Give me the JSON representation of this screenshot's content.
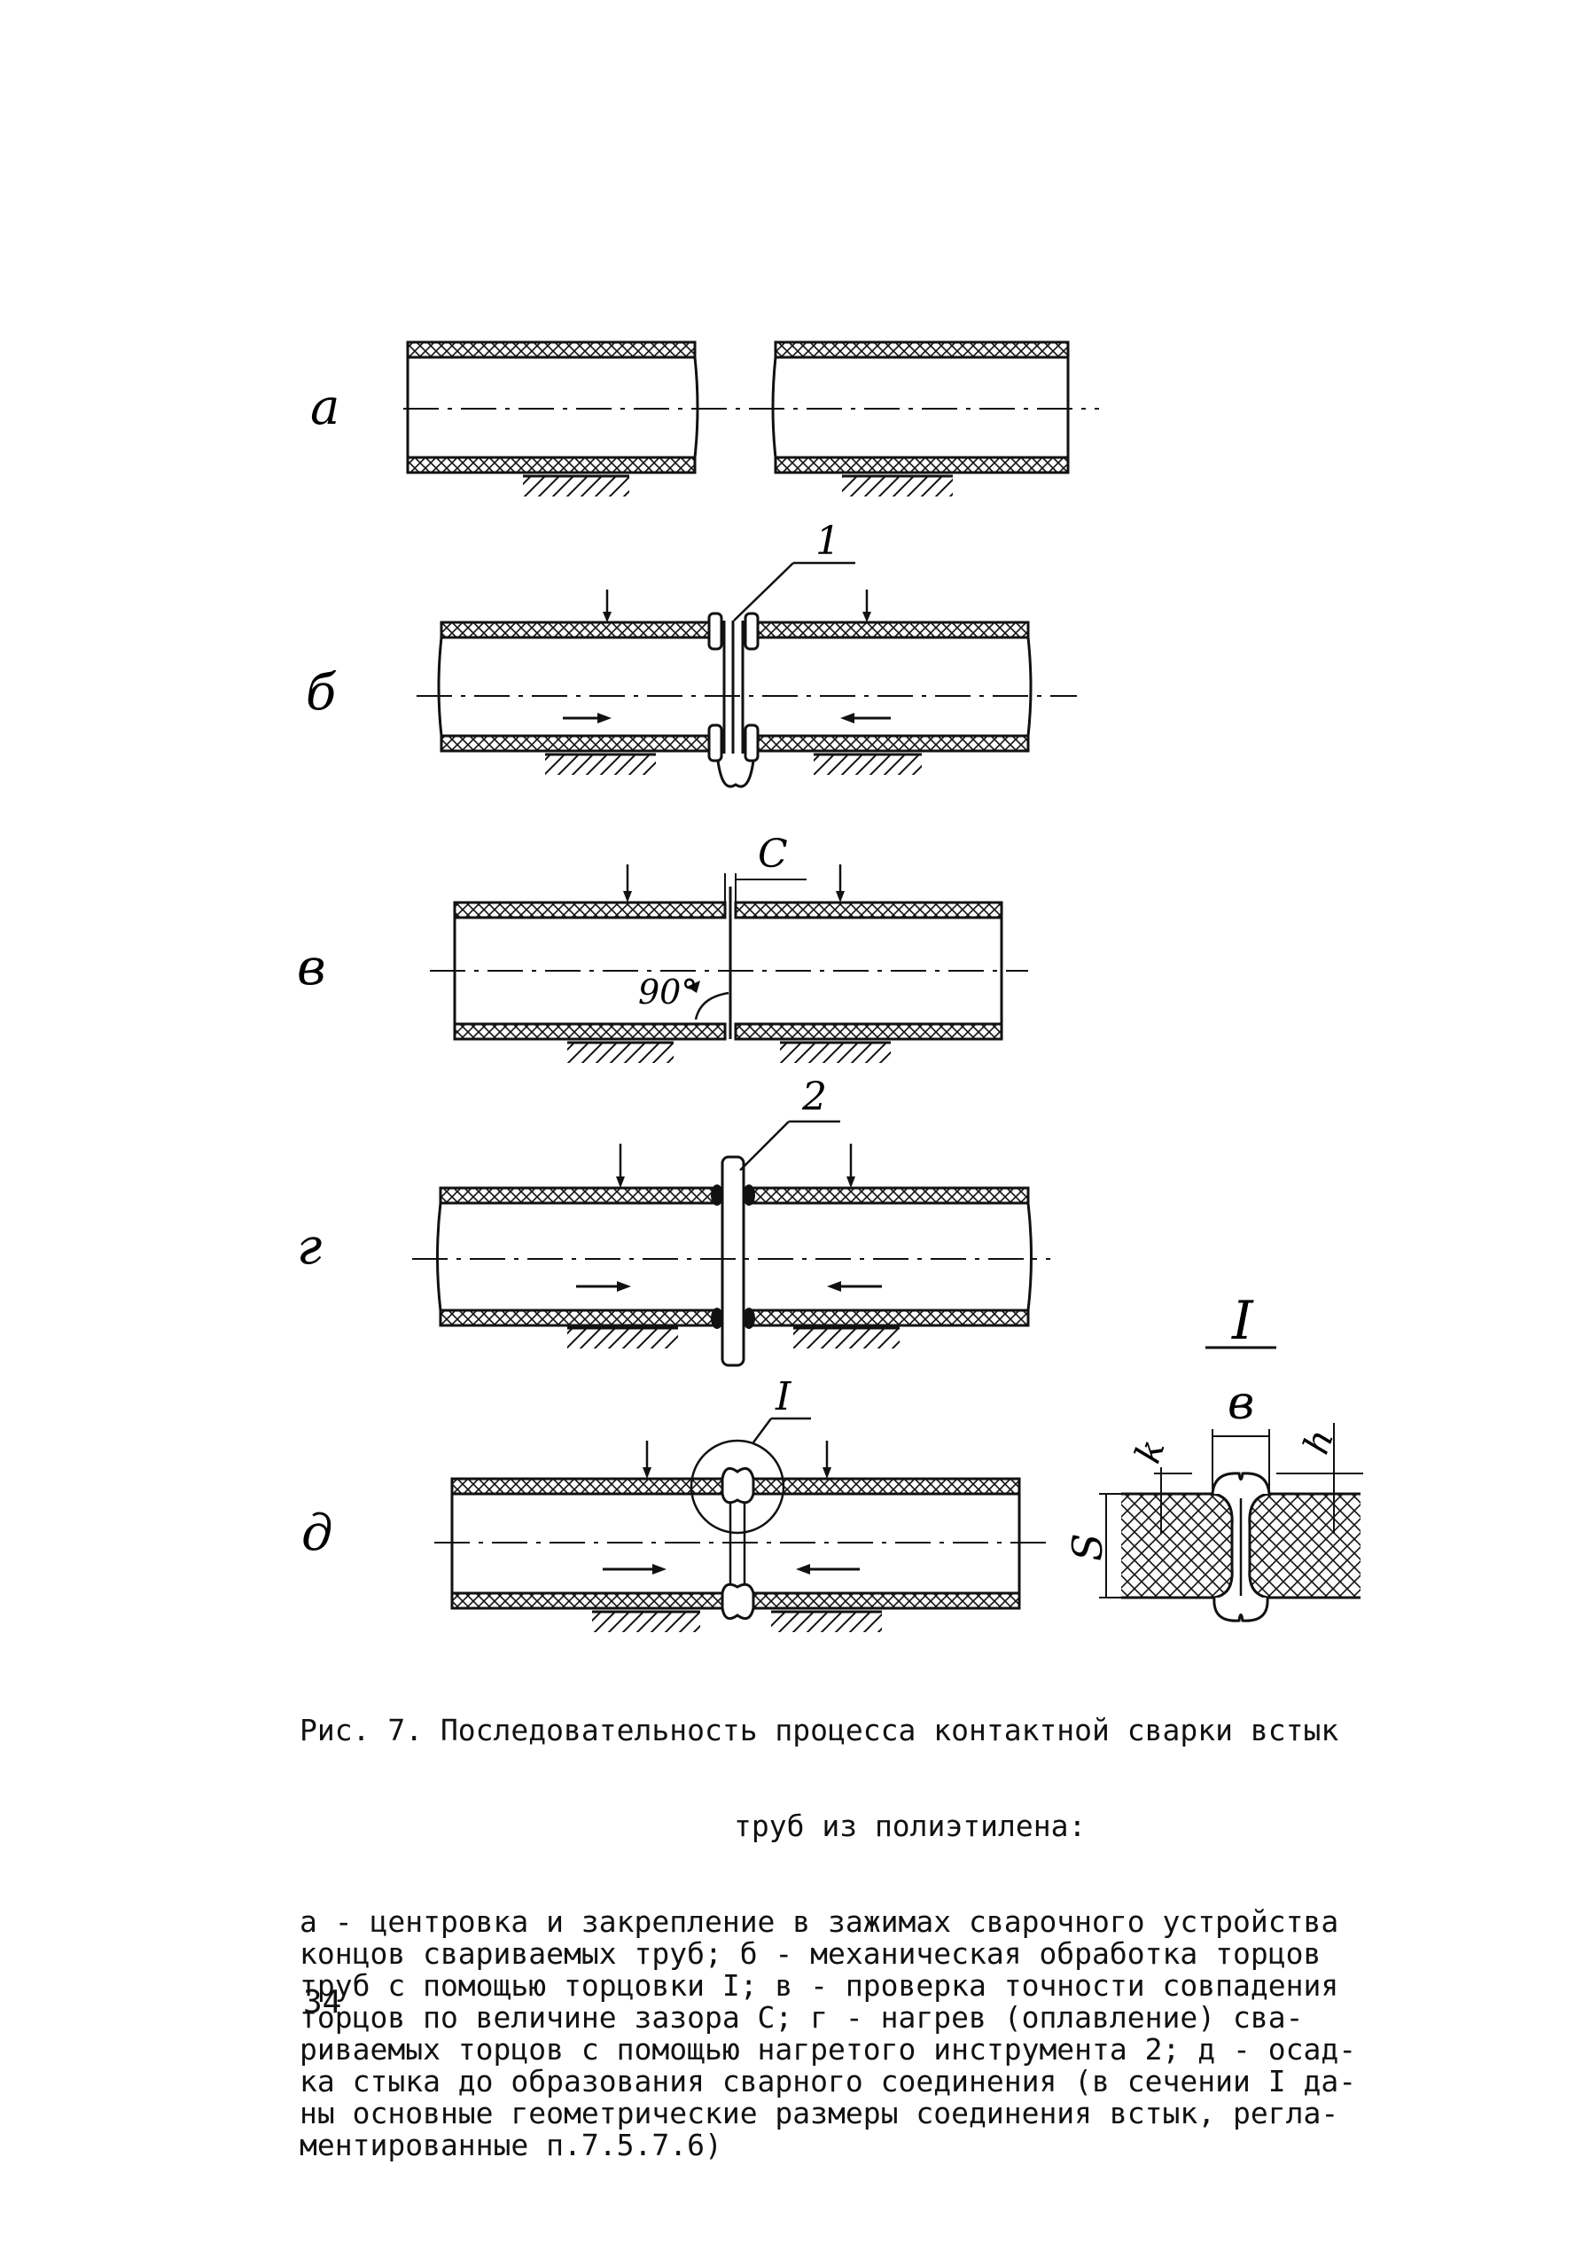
{
  "panels": {
    "a": "а",
    "b": "б",
    "v": "в",
    "g": "г",
    "d": "д"
  },
  "callouts": {
    "facing_tool": "1",
    "gap": "C",
    "angle": "90°",
    "heater": "2",
    "section_ref": "I"
  },
  "section_detail": {
    "title": "I",
    "bead_width": "в",
    "k": "k",
    "h": "h",
    "s": "S"
  },
  "caption": {
    "title_line1": "Рис. 7. Последовательность процесса контактной сварки встык",
    "title_line2": "труб из полиэтилена:",
    "body": "а - центровка и закрепление в зажимах сварочного устройства\nконцов свариваемых труб; б - механическая обработка торцов\nтруб с помощью торцовки I; в - проверка точности совпадения\nторцов по величине зазора С; г - нагрев (оплавление) сва-\nриваемых торцов с помощью нагретого инструмента 2; д - осад-\nка стыка до образования сварного соединения (в сечении I да-\nны основные геометрические размеры соединения встык, регла-\nментированные п.7.5.7.6)"
  },
  "page_number": "34"
}
